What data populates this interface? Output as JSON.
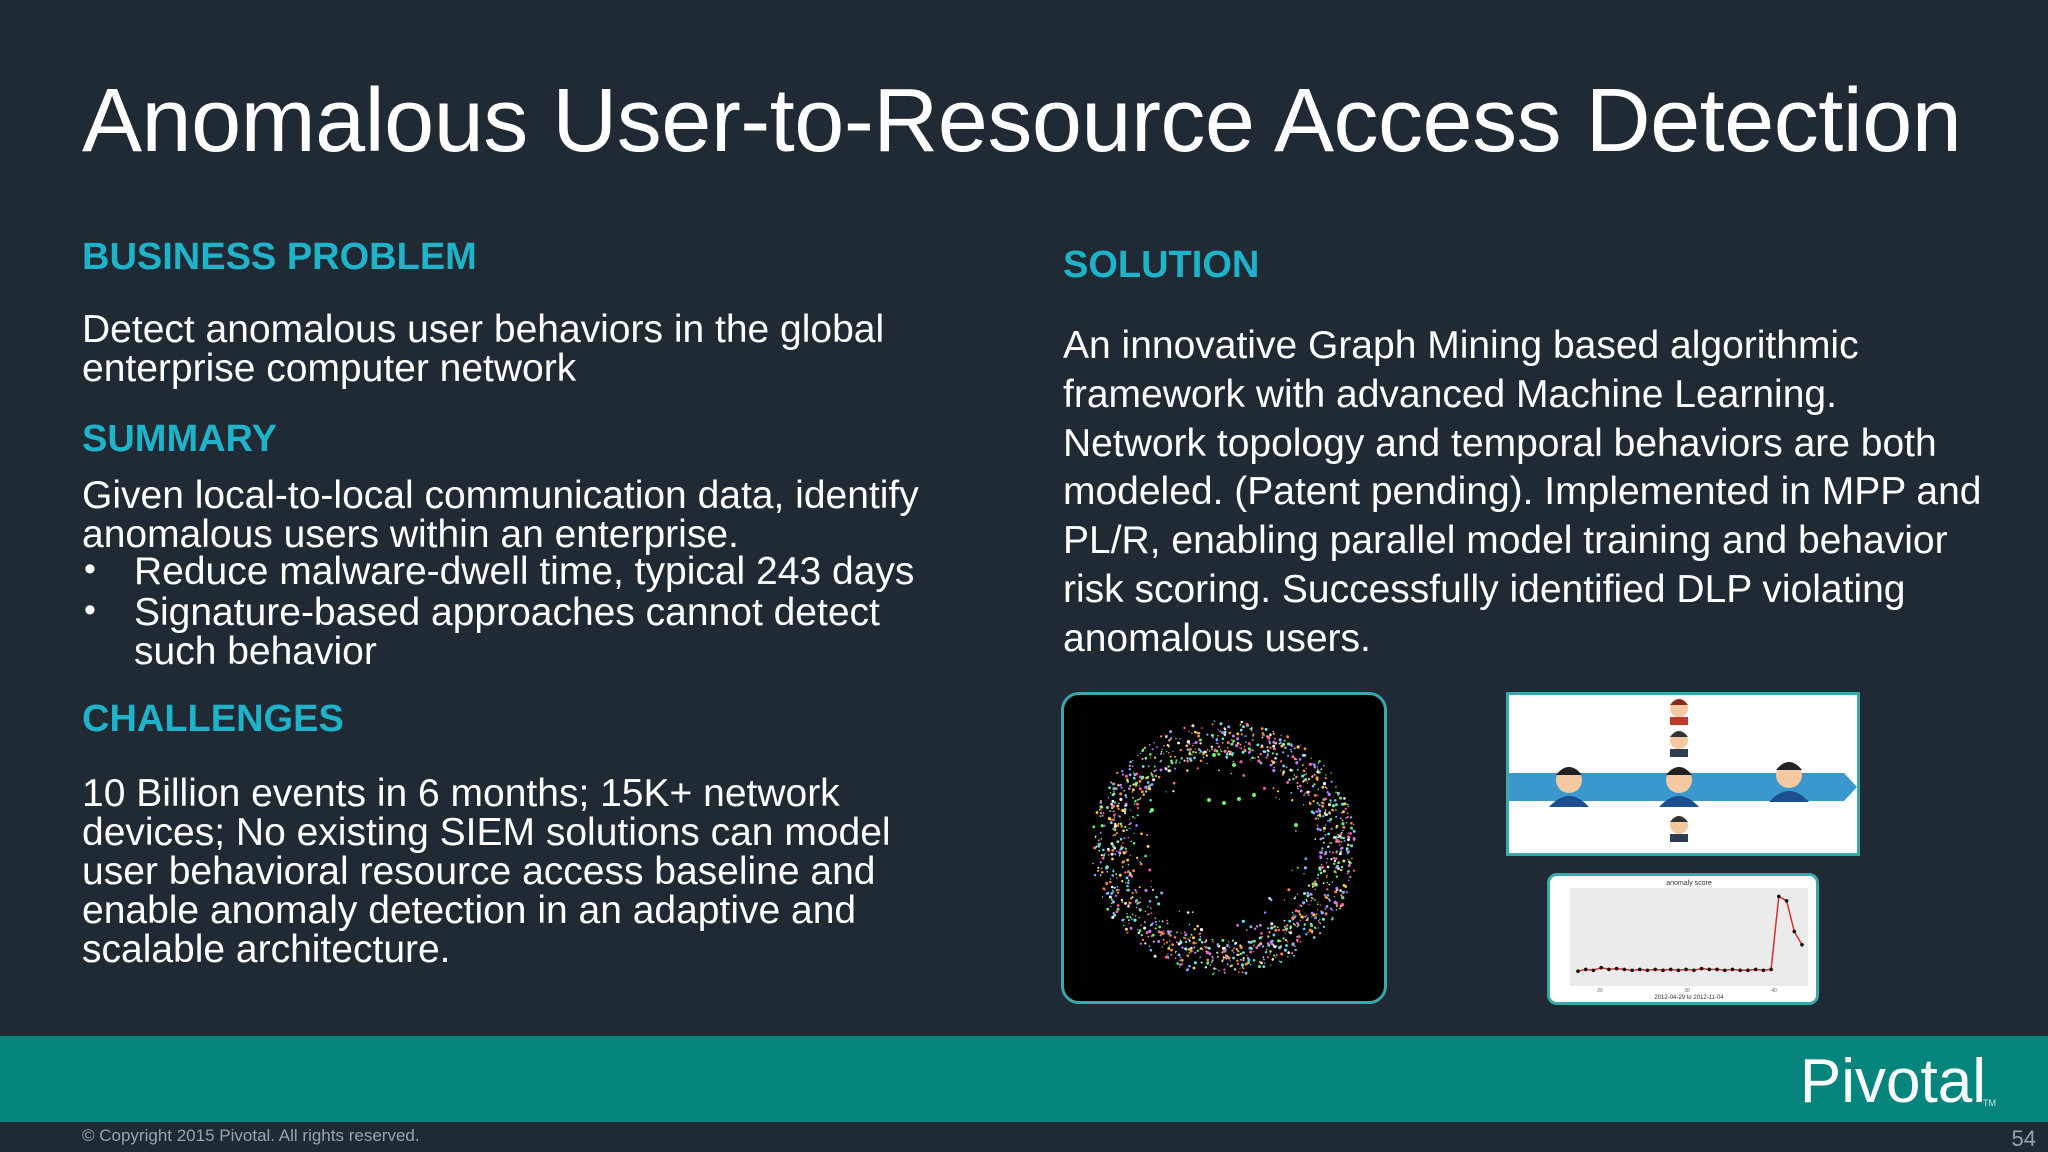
{
  "slide": {
    "title": "Anomalous User-to-Resource Access Detection",
    "page_number": "54"
  },
  "left": {
    "business_problem": {
      "heading": "BUSINESS PROBLEM",
      "text": "Detect anomalous user behaviors in the global enterprise computer network"
    },
    "summary": {
      "heading": "SUMMARY",
      "text": "Given local-to-local communication data, identify anomalous users within an enterprise.",
      "bullets": [
        "Reduce malware-dwell time, typical 243 days",
        "Signature-based approaches cannot detect such behavior"
      ]
    },
    "challenges": {
      "heading": "CHALLENGES",
      "text": "10 Billion events in 6 months; 15K+ network devices; No existing SIEM solutions can model user behavioral resource access baseline and enable anomaly detection in an adaptive and scalable architecture."
    }
  },
  "right": {
    "solution": {
      "heading": "SOLUTION",
      "text": "An innovative Graph Mining based algorithmic framework with advanced Machine Learning. Network topology and temporal behaviors are both modeled. (Patent pending). Implemented in MPP and PL/R, enabling parallel model training and behavior risk scoring. Successfully identified DLP violating anomalous users."
    },
    "plot": {
      "title": "anomaly score",
      "xlabel": "2012-04-29 to 2012-11-04",
      "ticks": [
        "20",
        "30",
        "40"
      ],
      "values": [
        0.1,
        0.12,
        0.11,
        0.14,
        0.12,
        0.13,
        0.12,
        0.11,
        0.12,
        0.11,
        0.12,
        0.11,
        0.12,
        0.11,
        0.12,
        0.11,
        0.13,
        0.12,
        0.12,
        0.11,
        0.12,
        0.11,
        0.11,
        0.12,
        0.11,
        0.12,
        0.95,
        0.9,
        0.55,
        0.4
      ]
    }
  },
  "footer": {
    "brand": "Pivotal",
    "trademark": "TM",
    "copyright": "© Copyright 2015 Pivotal. All rights reserved."
  },
  "colors": {
    "background": "#1f2a35",
    "heading_accent": "#1fb3c9",
    "footer_bar": "#05857c",
    "plot_line": "#d8312b"
  }
}
